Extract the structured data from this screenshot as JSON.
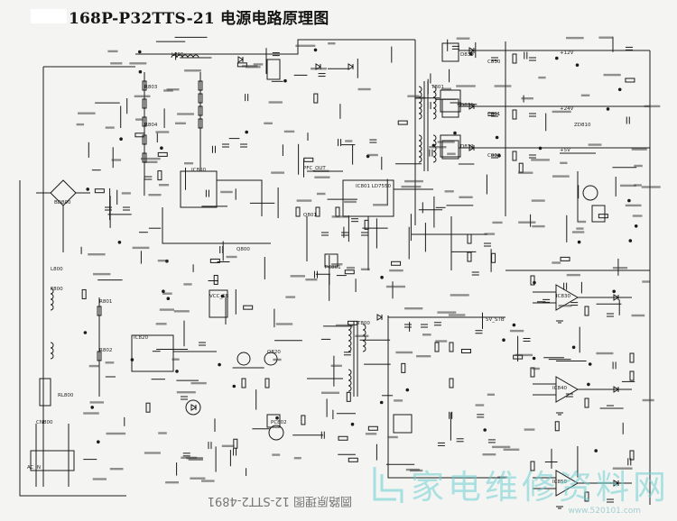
{
  "document": {
    "title": "168P-P32TTS-21 电源电路原理图",
    "bottom_mirrored_caption": "圆路原理图 12-STT2-4891"
  },
  "watermark": {
    "text": "家电维修资料网",
    "url": "www.520101.com",
    "color": "#6fd0d2"
  },
  "labels": {
    "ic_main": "IC801\nLD7550",
    "ic_pfc": "IC800",
    "ic_standby": "IC820",
    "transformer_main": "T801",
    "transformer_sb": "T800",
    "bridge": "BD800",
    "fuse": "F800",
    "cn_input": "CN800",
    "q_main": "Q801",
    "q_pfc": "Q800",
    "q_sb": "Q820",
    "out_12v": "+12V",
    "out_24v": "+24V",
    "out_5v": "+5V",
    "out_stb": "5V_STB",
    "vcc_sb": "VCC_SB",
    "pfc_out": "PFC_OUT",
    "l801": "L801",
    "l800": "L800",
    "d830": "D830",
    "d831": "D831",
    "d832": "D832",
    "c830": "C830",
    "c831": "C831",
    "c832": "C832",
    "r801": "R801",
    "r802": "R802",
    "r803": "R803",
    "r804": "R804",
    "zd810": "ZD810",
    "pc801": "PC801",
    "pc802": "PC802",
    "ic830": "IC830",
    "ic840": "IC840",
    "ic850": "IC850",
    "ac_in": "AC IN",
    "relay": "RL800"
  }
}
